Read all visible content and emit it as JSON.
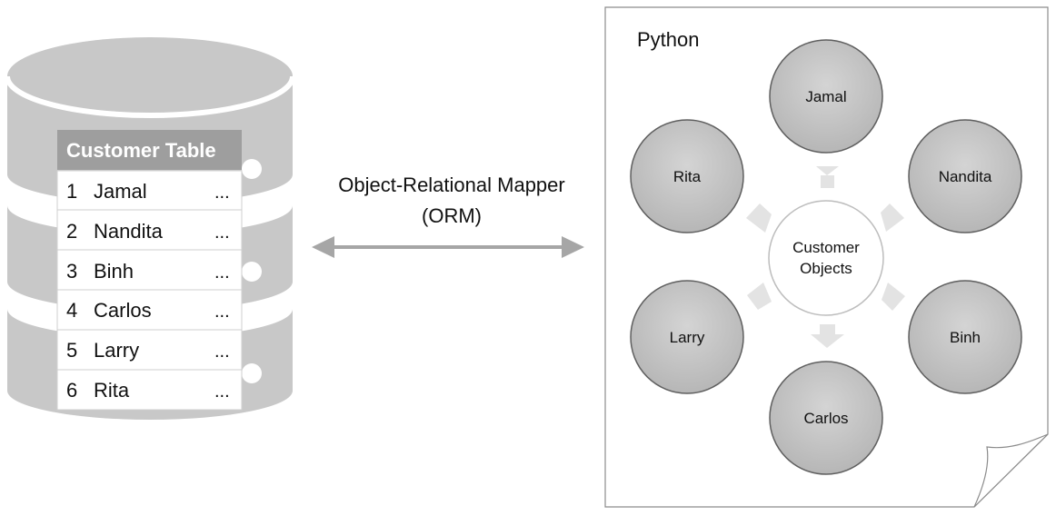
{
  "database": {
    "table_title": "Customer Table",
    "rows": [
      {
        "num": "1",
        "name": "Jamal",
        "more": "..."
      },
      {
        "num": "2",
        "name": "Nandita",
        "more": "..."
      },
      {
        "num": "3",
        "name": "Binh",
        "more": "..."
      },
      {
        "num": "4",
        "name": "Carlos",
        "more": "..."
      },
      {
        "num": "5",
        "name": "Larry",
        "more": "..."
      },
      {
        "num": "6",
        "name": "Rita",
        "more": "..."
      }
    ]
  },
  "mapper": {
    "line1": "Object-Relational Mapper",
    "line2": "(ORM)"
  },
  "python": {
    "label": "Python",
    "center": {
      "line1": "Customer",
      "line2": "Objects"
    },
    "objects": {
      "jamal": "Jamal",
      "nandita": "Nandita",
      "binh": "Binh",
      "carlos": "Carlos",
      "larry": "Larry",
      "rita": "Rita"
    }
  },
  "colors": {
    "cylinder": "#c8c8c8",
    "table_header": "#9e9e9e",
    "circle_fill": "#c4c4c4",
    "arrow": "#a6a6a6"
  }
}
